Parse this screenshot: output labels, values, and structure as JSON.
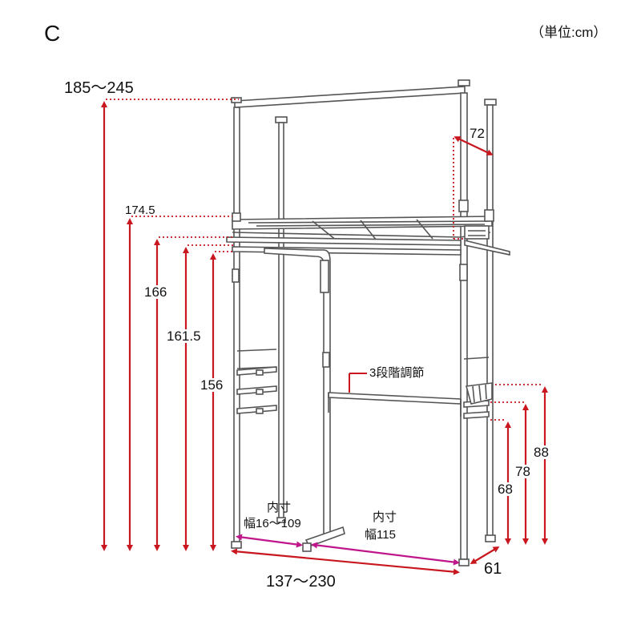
{
  "variant_label": "C",
  "unit_label": "（単位:cm）",
  "dimensions": {
    "overall_height": "185～245",
    "shelf_height": "174.5",
    "upper_bar_height": "166",
    "hanger_bar_height": "161.5",
    "lower_bar_height": "156",
    "depth_top": "72",
    "adjust_note": "3段階調節",
    "side_88": "88",
    "side_78": "78",
    "side_68": "68",
    "inner_left_title": "内寸",
    "inner_left_width": "幅16～109",
    "inner_right_title": "内寸",
    "inner_right_width": "幅115",
    "total_width": "137～230",
    "base_depth": "61"
  },
  "colors": {
    "dimension_red": "#c8171e",
    "inner_magenta": "#c0168b",
    "frame_gray": "#555555"
  }
}
